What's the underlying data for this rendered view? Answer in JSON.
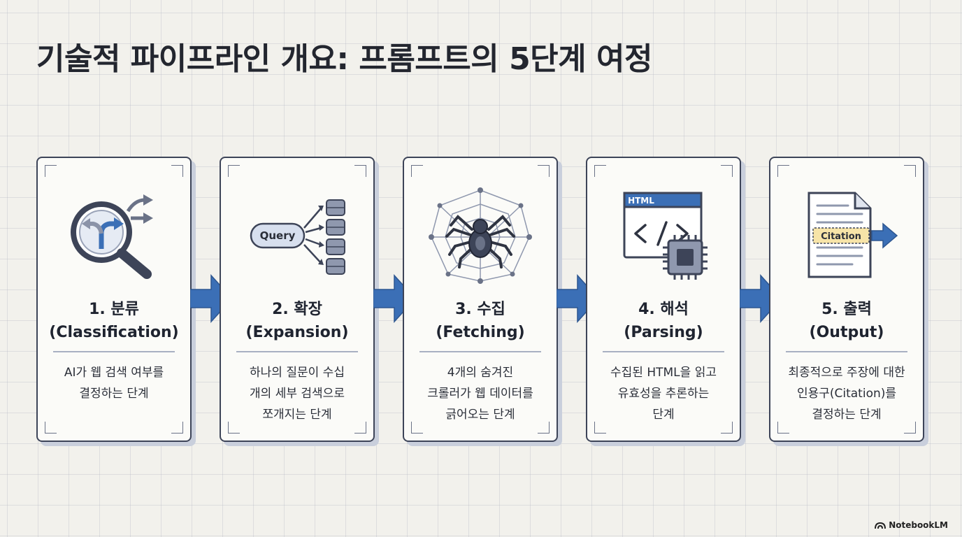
{
  "title": "기술적 파이프라인 개요: 프롬프트의 5단계 여정",
  "brand": "NotebookLM",
  "colors": {
    "accent_blue": "#3b6fb6",
    "icon_dark": "#3d4458",
    "icon_fill": "#c9d3e6",
    "highlight": "#f7e4a8"
  },
  "steps": [
    {
      "number_label": "1. 분류",
      "english_label": "(Classification)",
      "icon": "magnifier-branch-icon",
      "desc_lines": [
        "AI가 웹 검색 여부를",
        "결정하는 단계"
      ]
    },
    {
      "number_label": "2. 확장",
      "english_label": "(Expansion)",
      "icon": "query-fanout-icon",
      "icon_text": "Query",
      "desc_lines": [
        "하나의 질문이 수십",
        "개의 세부 검색으로",
        "쪼개지는 단계"
      ]
    },
    {
      "number_label": "3. 수집",
      "english_label": "(Fetching)",
      "icon": "spider-web-icon",
      "desc_lines": [
        "4개의 숨겨진",
        "크롤러가 웹 데이터를",
        "긁어오는 단계"
      ]
    },
    {
      "number_label": "4. 해석",
      "english_label": "(Parsing)",
      "icon": "html-chip-icon",
      "icon_text": "HTML",
      "desc_lines": [
        "수집된 HTML을 읽고",
        "유효성을 추론하는",
        "단계"
      ]
    },
    {
      "number_label": "5. 출력",
      "english_label": "(Output)",
      "icon": "citation-document-icon",
      "icon_text": "Citation",
      "desc_lines": [
        "최종적으로 주장에 대한",
        "인용구(Citation)를",
        "결정하는 단계"
      ]
    }
  ]
}
